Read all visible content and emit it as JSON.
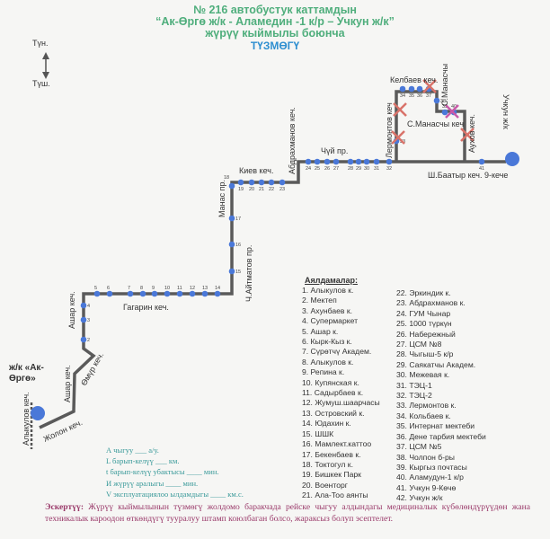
{
  "header": {
    "line1": "№ 216  автобустук каттамдын",
    "line2": "“Ак-Өргө ж/к  - Аламедин -1 к/р – Учкун ж/к”",
    "line3": "жүрүү кыймылы боюнча",
    "line4": "ТҮЗМӨГҮ"
  },
  "compass": {
    "north": "Түн.",
    "south": "Түш."
  },
  "colors": {
    "title": "#4fae7c",
    "subtitle": "#2f8fd0",
    "route": "#555555",
    "stop": "#4a78d8",
    "cross": "#d9736a",
    "note": "#9a3a6a"
  },
  "streets": {
    "start": "ж/к «Ак-Өргө»",
    "alykulov": "Алыкулов кеч.",
    "jolon": "Жолон кеч.",
    "ashar1": "Ашар кеч.",
    "omur": "Өмүр кеч.",
    "ashar2": "Ашар кеч.",
    "gagarin": "Гагарин  кеч.",
    "aitmatov": "Ч.Айтматов пр.",
    "manas": "Манас пр.",
    "kiev": "Киев кеч.",
    "abdrakhmanov": "Абдрахманов  кеч.",
    "chui": "Чүй пр.",
    "lermontov": "Лермонтов кеч",
    "kolbaev": "Келбаев кеч.",
    "s_manaschy_v": "С.Манасчы",
    "s_manaschy_h": "С.Манасчы кеч",
    "aukhov": "Аухов кеч.",
    "shbaatyr": "Ш.Баатыр кеч. 9-кече",
    "uchkun": "Учкун ж/к"
  },
  "stops_title": "Аялдамалар:",
  "stops": [
    "1. Алыкулов к.",
    "2. Мектеп",
    "3. Ахунбаев к.",
    "4. Супермаркет",
    "5. Ашар к.",
    "6. Кырк-Кыз к.",
    "7. Сүрөтчү Академ.",
    "8. Алыкулов к.",
    "9. Репина к.",
    "10. Купянская к.",
    "11. Садырбаев к.",
    "12. Жумуш.шаарчасы",
    "13. Островский к.",
    "14. Юдахин к.",
    "15. ШШК",
    "16. Мамлект.каттоо",
    "17. Бекенбаев к.",
    "18. Токтогул к.",
    "19. Бишкек Парк",
    "20. Военторг",
    "21. Ала-Тоо аянты",
    "22. Эркиндик к.",
    "23. Абдрахманов к.",
    "24. ГУМ Чынар",
    "25. 1000 түркүн",
    "26. Набережный",
    "27. ЦСМ №8",
    "28. Чыгыш-5 к/р",
    "29. Саякатчы Академ.",
    "30. Межевая к.",
    "31. ТЭЦ-1",
    "32. ТЭЦ-2",
    "33. Лермонтов к.",
    "34. Кольбаев к.",
    "35. Интернат мектеби",
    "36. Дене тарбия мектеби",
    "37. ЦСМ №5",
    "38. Чолпон б-ры",
    "39. Кыргыз почтасы",
    "40. Аламудун-1 к/р",
    "41. Учкун 9-Көчө",
    "42. Учкун ж/к"
  ],
  "params": [
    "А чыгуу ___ а/у.",
    "L барып-келүү ___ км.",
    "t барып-келүү убактысы ____ мин.",
    "И жүрүү аралыгы ____ мин.",
    "V эксплуатациялоо ылдамдыгы ____ км.с."
  ],
  "note": {
    "label": "Эскертүү:",
    "text": "Жүрүү кыймылынын түзмөгү жолдомо баракчада рейске чыгуу алдындагы медициналык күбөлөндүрүүдөн жана техникалык кароодон өткөндүгү тууралуу штамп коюлбаган болсо, жараксыз болуп эсептелет."
  }
}
